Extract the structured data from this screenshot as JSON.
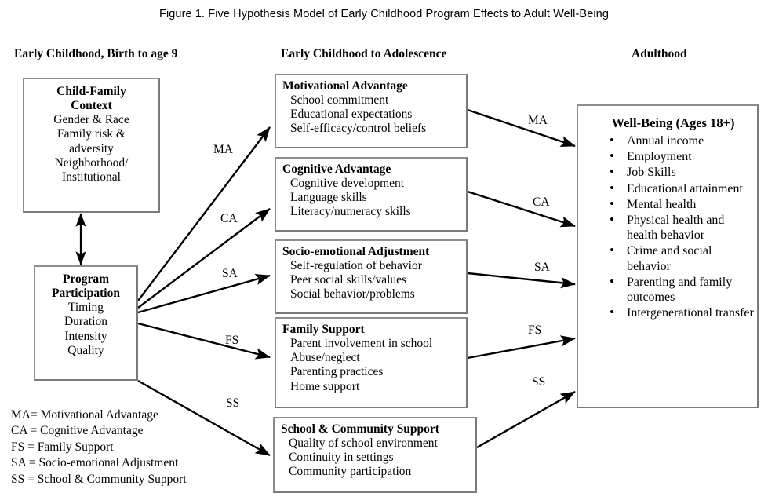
{
  "figure": {
    "title": "Figure 1. Five Hypothesis Model of Early Childhood Program Effects to Adult Well-Being"
  },
  "column_headers": {
    "left": "Early Childhood, Birth to age 9",
    "middle": "Early Childhood to Adolescence",
    "right": "Adulthood"
  },
  "boxes": {
    "child_family_context": {
      "title_line1": "Child-Family",
      "title_line2": "Context",
      "items": [
        "Gender & Race",
        "Family risk &",
        "adversity",
        "Neighborhood/",
        "Institutional"
      ]
    },
    "program_participation": {
      "title_line1": "Program",
      "title_line2": "Participation",
      "items": [
        "Timing",
        "Duration",
        "Intensity",
        "Quality"
      ]
    },
    "motivational_advantage": {
      "title": "Motivational Advantage",
      "items": [
        "School commitment",
        "Educational expectations",
        "Self-efficacy/control beliefs"
      ]
    },
    "cognitive_advantage": {
      "title": "Cognitive Advantage",
      "items": [
        "Cognitive development",
        "Language skills",
        "Literacy/numeracy skills"
      ]
    },
    "socio_emotional_adjustment": {
      "title": "Socio-emotional Adjustment",
      "items": [
        "Self-regulation of behavior",
        "Peer social skills/values",
        "Social behavior/problems"
      ]
    },
    "family_support": {
      "title": "Family Support",
      "items": [
        "Parent involvement in school",
        "Abuse/neglect",
        "Parenting practices",
        "Home support"
      ]
    },
    "school_community_support": {
      "title": "School & Community Support",
      "items": [
        "Quality of school environment",
        "Continuity in settings",
        "Community participation"
      ]
    },
    "well_being": {
      "title": "Well-Being (Ages 18+)",
      "bullet": "•",
      "items": [
        "Annual income",
        "Employment",
        "Job Skills",
        "Educational attainment",
        "Mental health",
        "Physical health and health behavior",
        "Crime and social behavior",
        "Parenting and family outcomes",
        "Intergenerational transfer"
      ]
    }
  },
  "arrow_labels": {
    "left_ma": "MA",
    "left_ca": "CA",
    "left_sa": "SA",
    "left_fs": "FS",
    "left_ss": "SS",
    "right_ma": "MA",
    "right_ca": "CA",
    "right_sa": "SA",
    "right_fs": "FS",
    "right_ss": "SS"
  },
  "legend": {
    "lines": [
      "MA= Motivational Advantage",
      "CA = Cognitive Advantage",
      "FS = Family Support",
      "SA = Socio-emotional Adjustment",
      "SS = School & Community Support"
    ]
  },
  "colors": {
    "box_border": "#7a7a7a",
    "arrow": "#000000",
    "text": "#000000",
    "background": "#ffffff"
  }
}
